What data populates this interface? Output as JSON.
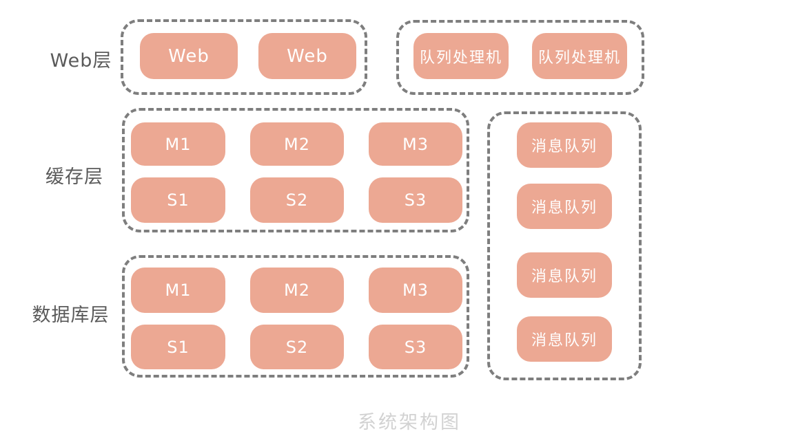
{
  "diagram_title": "系统架构图",
  "colors": {
    "node_fill": "#ECA893",
    "node_text": "#FFFFFF",
    "group_border": "#7E7E7E",
    "label_text": "#5A5A5A",
    "title_text": "#D2D2D2"
  },
  "layers": {
    "web": {
      "label": "Web层",
      "nodes": [
        "Web",
        "Web"
      ]
    },
    "queue_processors": {
      "nodes": [
        "队列处理机",
        "队列处理机"
      ]
    },
    "cache": {
      "label": "缓存层",
      "masters": [
        "M1",
        "M2",
        "M3"
      ],
      "slaves": [
        "S1",
        "S2",
        "S3"
      ]
    },
    "database": {
      "label": "数据库层",
      "masters": [
        "M1",
        "M2",
        "M3"
      ],
      "slaves": [
        "S1",
        "S2",
        "S3"
      ]
    },
    "message_queue": {
      "nodes": [
        "消息队列",
        "消息队列",
        "消息队列",
        "消息队列"
      ]
    }
  }
}
